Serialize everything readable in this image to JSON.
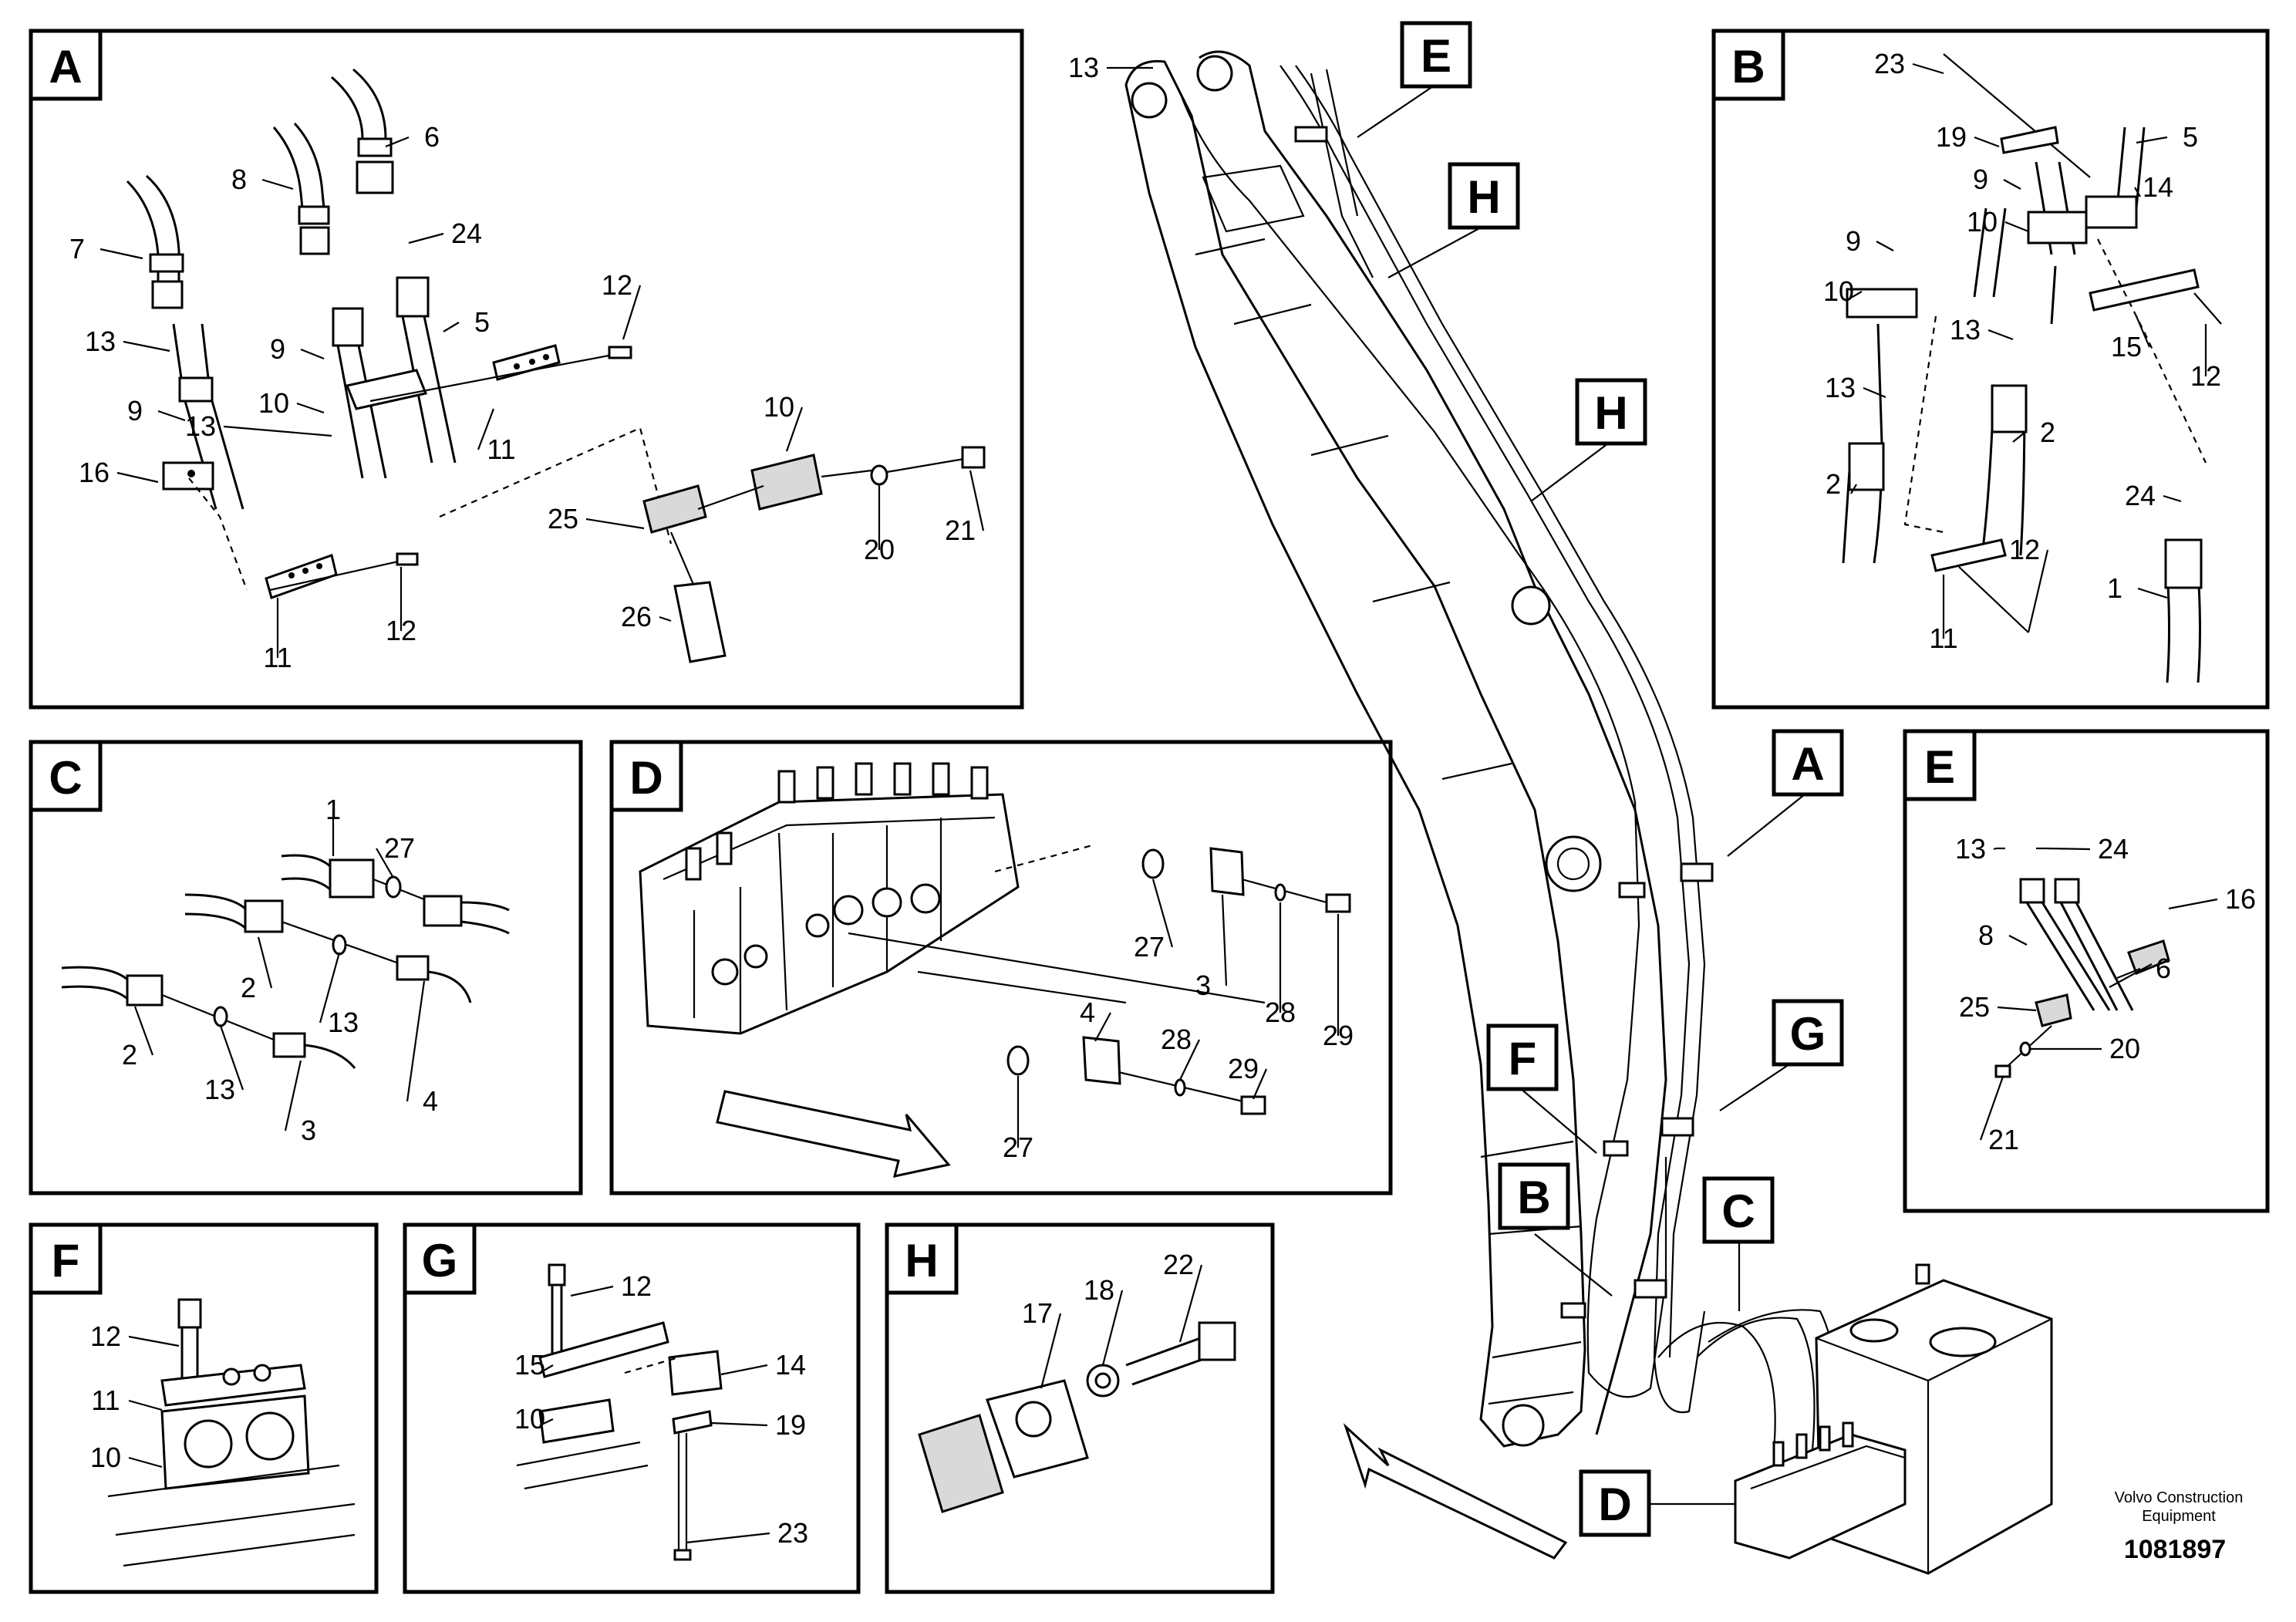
{
  "panels": {
    "A": {
      "tag": "A",
      "callouts": [
        "6",
        "8",
        "7",
        "24",
        "13",
        "5",
        "12",
        "9",
        "13",
        "10",
        "9",
        "11",
        "16",
        "10",
        "25",
        "20",
        "21",
        "12",
        "11",
        "26"
      ]
    },
    "B": {
      "tag": "B",
      "callouts": [
        "23",
        "19",
        "5",
        "9",
        "14",
        "10",
        "9",
        "10",
        "13",
        "15",
        "12",
        "13",
        "2",
        "2",
        "24",
        "12",
        "1",
        "11"
      ]
    },
    "C": {
      "tag": "C",
      "callouts": [
        "1",
        "27",
        "2",
        "13",
        "4",
        "2",
        "13",
        "3"
      ]
    },
    "D": {
      "tag": "D",
      "callouts": [
        "27",
        "3",
        "28",
        "29",
        "4",
        "28",
        "29",
        "27"
      ]
    },
    "E": {
      "tag": "E",
      "callouts": [
        "13",
        "24",
        "16",
        "8",
        "6",
        "25",
        "20",
        "21"
      ]
    },
    "F": {
      "tag": "F",
      "callouts": [
        "12",
        "11",
        "10"
      ]
    },
    "G": {
      "tag": "G",
      "callouts": [
        "12",
        "15",
        "14",
        "10",
        "19",
        "23"
      ]
    },
    "H": {
      "tag": "H",
      "callouts": [
        "17",
        "18",
        "22"
      ]
    }
  },
  "overview": {
    "callout_13": "13",
    "tags": [
      "E",
      "H",
      "H",
      "A",
      "G",
      "F",
      "B",
      "C",
      "D"
    ]
  },
  "footer": {
    "brand_line1": "Volvo Construction",
    "brand_line2": "Equipment",
    "doc_number": "1081897"
  }
}
